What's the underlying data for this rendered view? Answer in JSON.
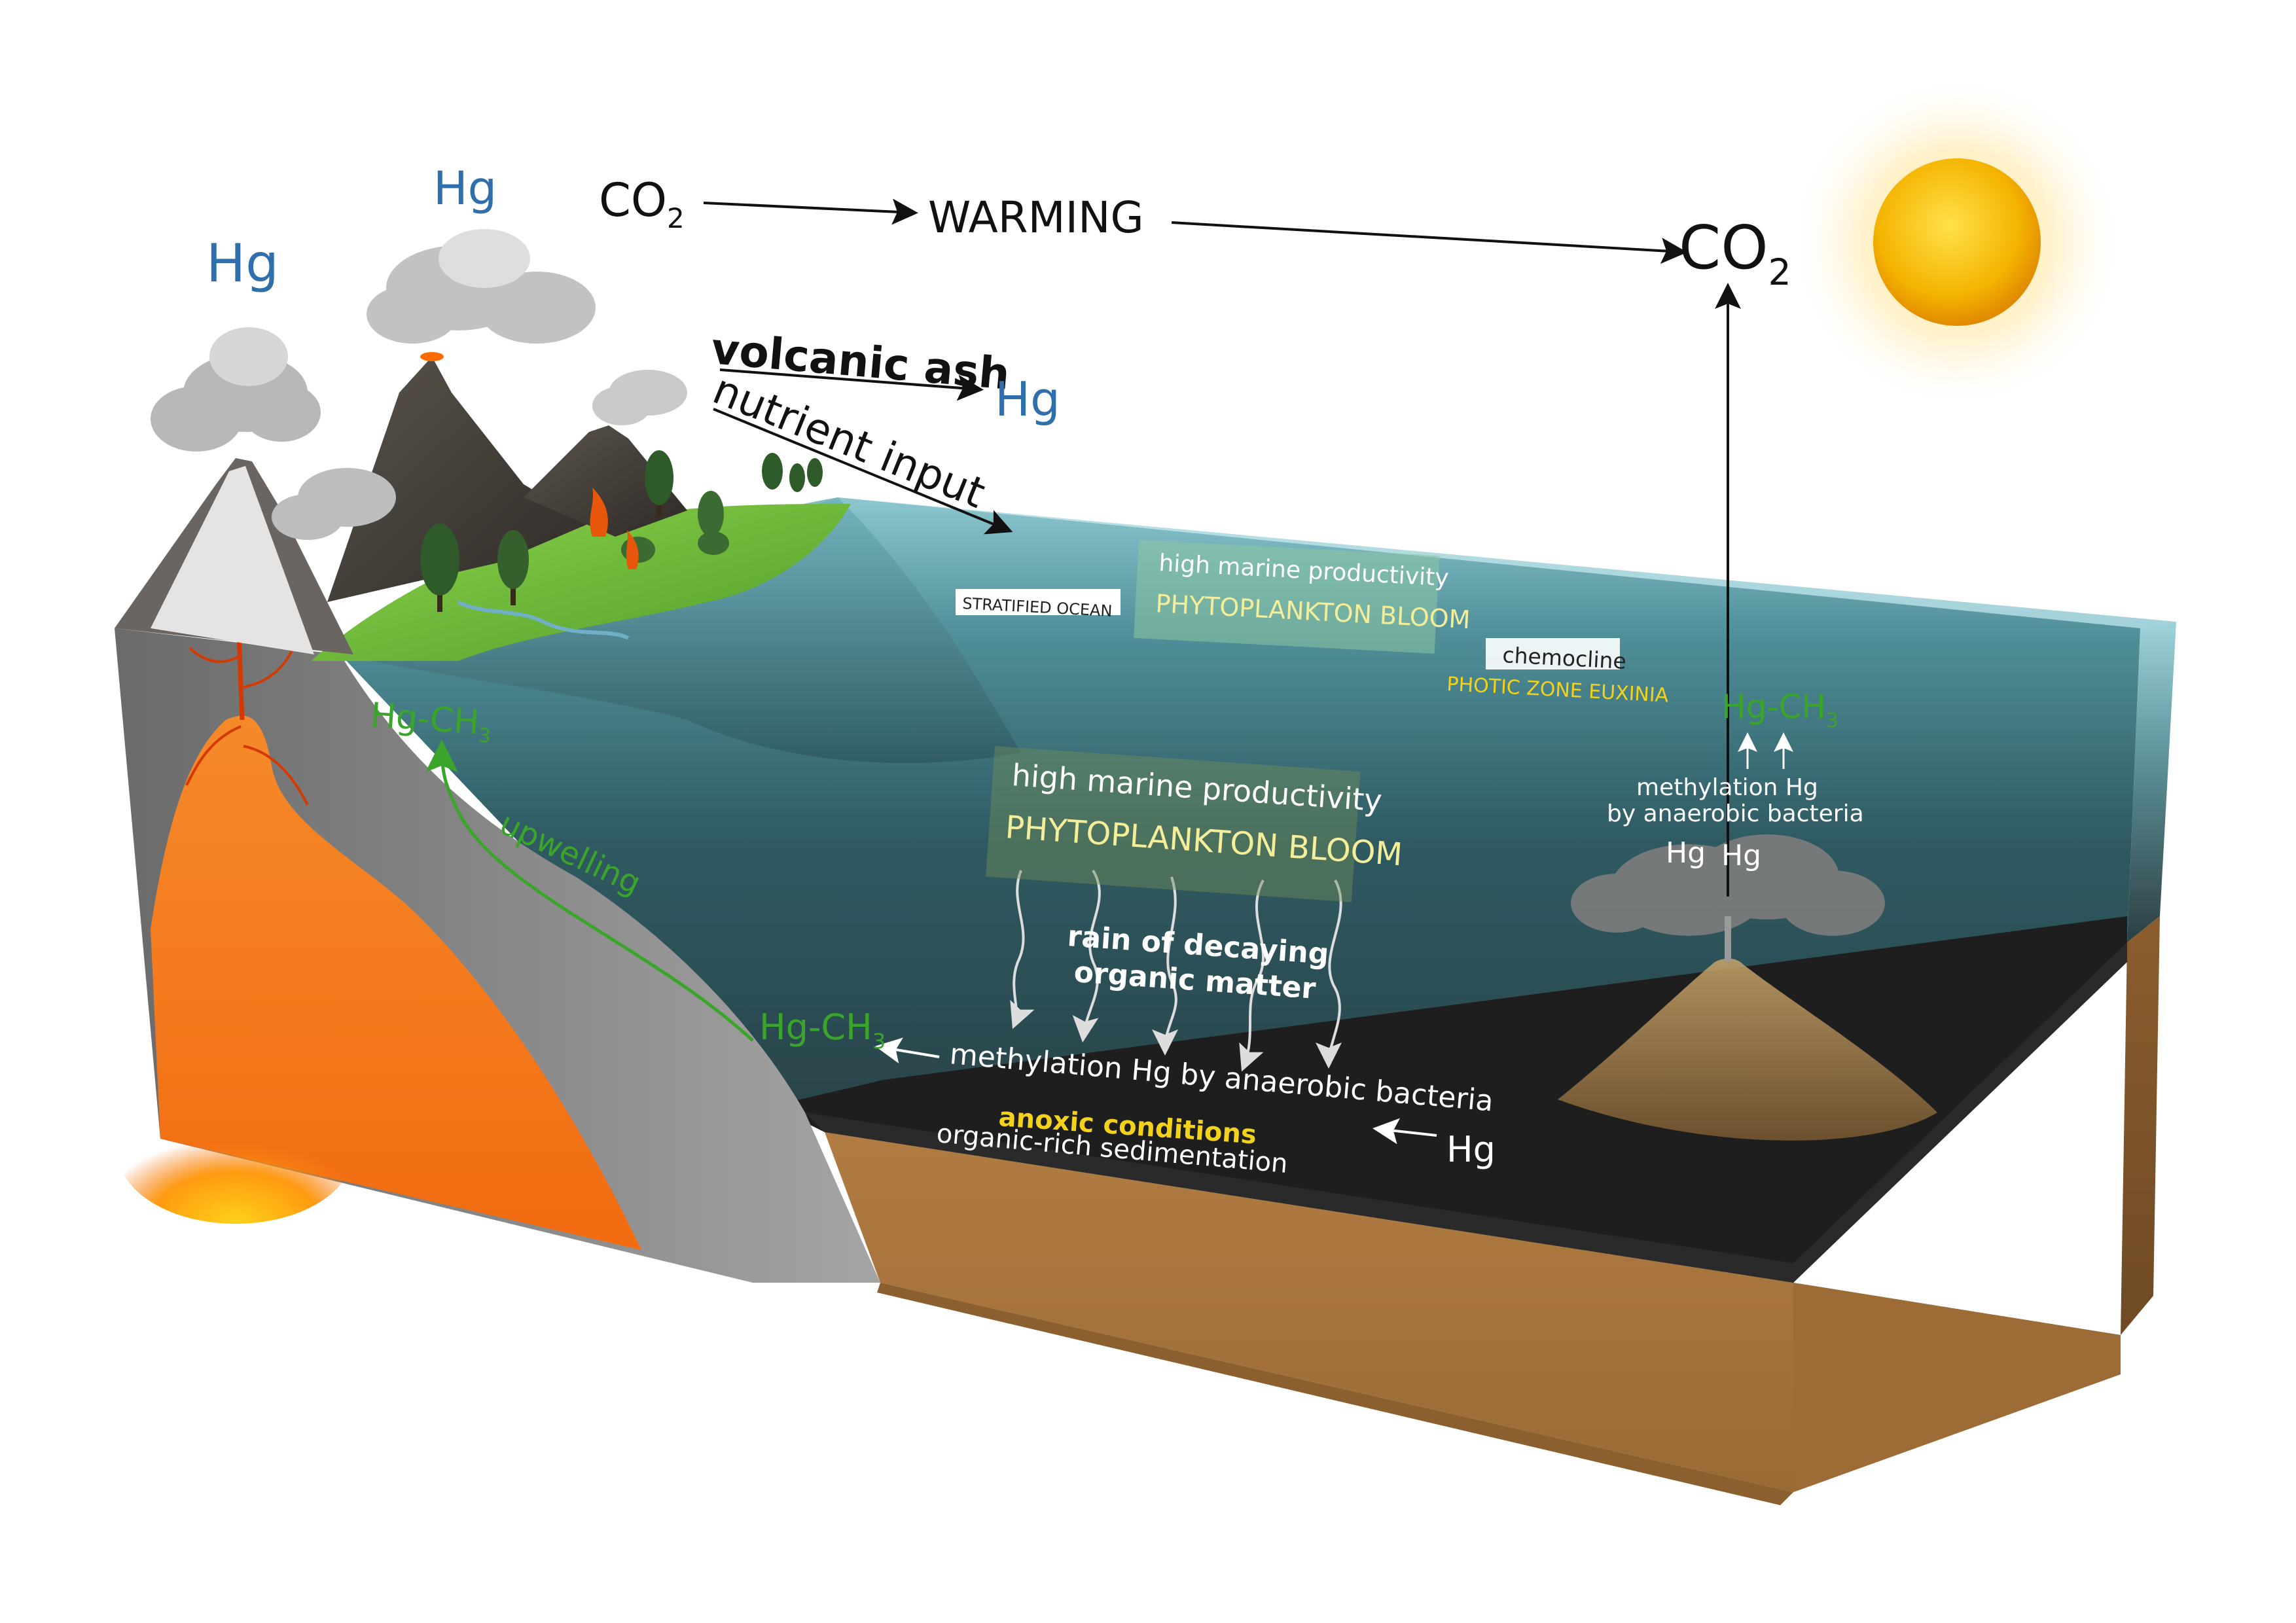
{
  "colors": {
    "background": "#ffffff",
    "mercury_blue": "#2f6fab",
    "methyl_green": "#3aa52a",
    "highlight_yellow": "#f2d21b",
    "pale_yellow": "#f4ee9a",
    "water_surface": "#9fd0d8",
    "deep_water": "#2f4a52",
    "sediment_brown": "#a9773f",
    "magma_orange": "#f07a1e",
    "crust_gray": "#8f8f8f",
    "sun_yellow": "#f6c300"
  },
  "labels": {
    "hg_left_volcano": "Hg",
    "hg_center_volcano": "Hg",
    "co2_left_main": "CO",
    "co2_left_sub": "2",
    "warming": "WARMING",
    "co2_right_main": "CO",
    "co2_right_sub": "2",
    "volcanic_ash": "volcanic ash",
    "hg_ash": "Hg",
    "nutrient_input": "nutrient input",
    "stratified_ocean": "STRATIFIED OCEAN",
    "surface_productivity": "high marine productivity",
    "surface_bloom": "PHYTOPLANKTON BLOOM",
    "chemocline": "chemocline",
    "photic_zone_euxinia": "PHOTIC ZONE EUXINIA",
    "hgch3_right_main": "Hg-CH",
    "hgch3_right_sub": "3",
    "methylation_right_line1": "methylation Hg",
    "methylation_right_line2": "by anaerobic bacteria",
    "hg_vent_1": "Hg",
    "hg_vent_2": "Hg",
    "deep_productivity": "high marine productivity",
    "deep_bloom": "PHYTOPLANKTON BLOOM",
    "rain_line1": "rain of decaying",
    "rain_line2": "organic matter",
    "hgch3_shelf_main": "Hg-CH",
    "hgch3_shelf_sub": "3",
    "upwelling": "upwelling",
    "hgch3_bottom_main": "Hg-CH",
    "hgch3_bottom_sub": "3",
    "methylation_bottom": "methylation Hg by anaerobic bacteria",
    "hg_bottom_right": "Hg",
    "anoxic_conditions": "anoxic conditions",
    "organic_sedimentation": "organic-rich sedimentation"
  },
  "icons": [
    "volcano-icon",
    "cloud-icon",
    "tree-icon",
    "fire-icon",
    "sun-icon",
    "arrow-icon",
    "seamount-icon"
  ]
}
